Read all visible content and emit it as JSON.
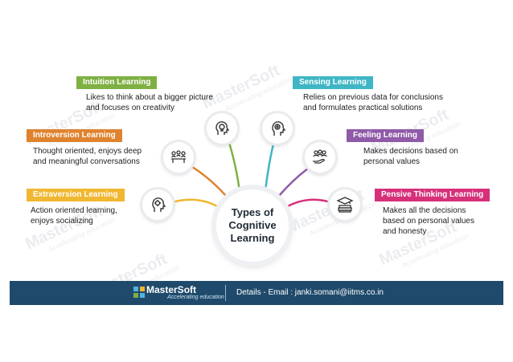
{
  "title": {
    "line1": "Types of",
    "line2": "Cognitive",
    "line3": "Learning"
  },
  "watermark": {
    "text": "MasterSoft",
    "tagline": "Accelerating education"
  },
  "styles": [
    {
      "label": "Intuition Learning",
      "desc1": "Likes to think about a bigger picture",
      "desc2": "and focuses on creativity",
      "color": "#7fb043",
      "icon": "bulb-head-icon"
    },
    {
      "label": "Introversion Learning",
      "desc1": "Thought oriented, enjoys deep",
      "desc2": "and meaningful conversations",
      "color": "#e0832f",
      "icon": "group-table-icon"
    },
    {
      "label": "Extraversion Learning",
      "desc1": "Action oriented learning,",
      "desc2": "enjoys socializing",
      "color": "#f0b731",
      "icon": "gear-head-icon"
    },
    {
      "label": "Sensing Learning",
      "desc1": "Relies on previous data for conclusions",
      "desc2": "and formulates practical solutions",
      "color": "#3fb6c5",
      "icon": "brain-gear-icon"
    },
    {
      "label": "Feeling Learning",
      "desc1": "Makes decisions based on",
      "desc2": "personal values",
      "color": "#8f5aa8",
      "icon": "people-hand-icon"
    },
    {
      "label": "Pensive Thinking Learning",
      "desc1": "Makes all the decisions",
      "desc2": "based on personal values",
      "desc3": "and honesty",
      "color": "#d6307a",
      "icon": "books-cap-icon"
    }
  ],
  "footer": {
    "brand": "MasterSoft",
    "tagline": "Accelerating education",
    "contact": "Details - Email : janki.somani@iitms.co.in"
  }
}
